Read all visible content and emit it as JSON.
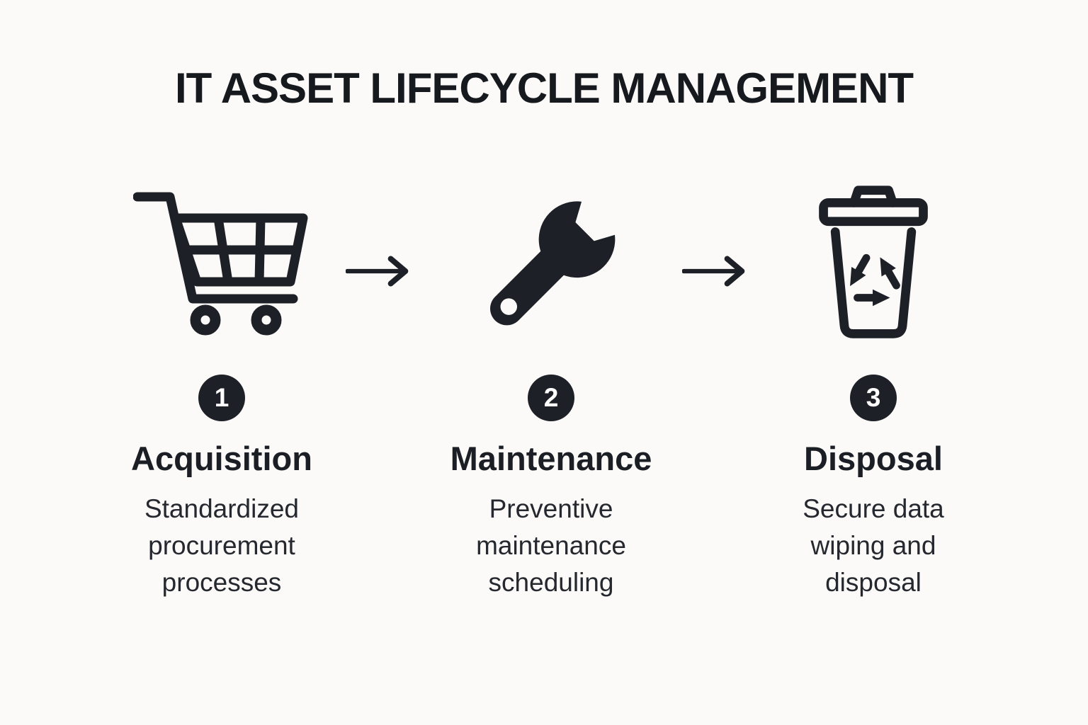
{
  "title": "IT ASSET LIFECYCLE MANAGEMENT",
  "steps": [
    {
      "number": "1",
      "title": "Acquisition",
      "description": "Standardized\nprocurement\nprocesses",
      "icon": "shopping-cart-icon"
    },
    {
      "number": "2",
      "title": "Maintenance",
      "description": "Preventive\nmaintenance\nscheduling",
      "icon": "wrench-icon"
    },
    {
      "number": "3",
      "title": "Disposal",
      "description": "Secure data\nwiping and\ndisposal",
      "icon": "trash-recycle-icon"
    }
  ],
  "arrows": [
    "right-arrow",
    "right-arrow"
  ],
  "colors": {
    "ink": "#1d2127",
    "background": "#fbfaf8",
    "badge_text": "#ffffff"
  }
}
